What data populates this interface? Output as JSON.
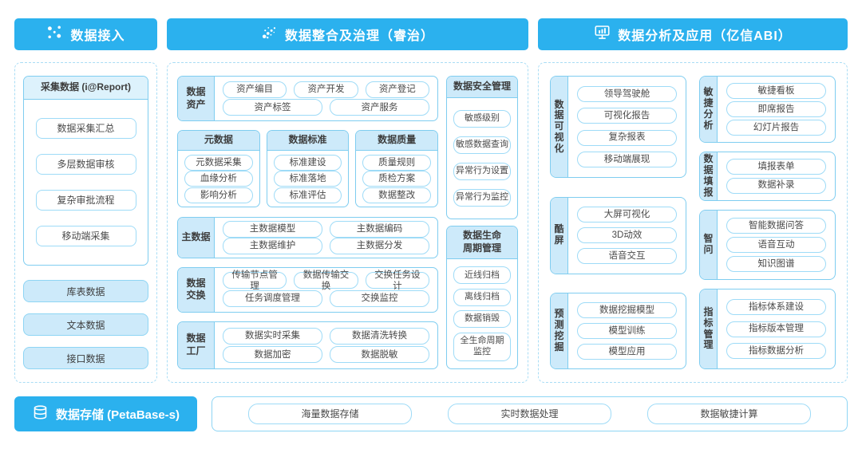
{
  "colors": {
    "header_bg": "#2bb1ee",
    "light_fill": "#cdeafa",
    "box_border": "#7fcdf0",
    "chip_border": "#9edbf7",
    "text_dark": "#404040"
  },
  "left_column": {
    "header": {
      "label": "数据接入",
      "icon": "network-dots-icon"
    },
    "report_group": {
      "title": "采集数据 (i@Report)",
      "items": [
        "数据采集汇总",
        "多层数据审核",
        "复杂审批流程",
        "移动端采集"
      ]
    },
    "source_items": [
      "库表数据",
      "文本数据",
      "接口数据"
    ]
  },
  "middle_column": {
    "header": {
      "label": "数据整合及治理（睿治）",
      "icon": "dots-spray-icon"
    },
    "asset": {
      "label": "数据\n资产",
      "row1": [
        "资产编目",
        "资产开发",
        "资产登记"
      ],
      "row2": [
        "资产标签",
        "资产服务"
      ]
    },
    "trio": [
      {
        "title": "元数据",
        "items": [
          "元数据采集",
          "血缘分析",
          "影响分析"
        ]
      },
      {
        "title": "数据标准",
        "items": [
          "标准建设",
          "标准落地",
          "标准评估"
        ]
      },
      {
        "title": "数据质量",
        "items": [
          "质量规则",
          "质检方案",
          "数据整改"
        ]
      }
    ],
    "master": {
      "label": "主数据",
      "row1": [
        "主数据模型",
        "主数据编码"
      ],
      "row2": [
        "主数据维护",
        "主数据分发"
      ]
    },
    "exchange": {
      "label": "数据\n交换",
      "row1": [
        "传输节点管理",
        "数据传输交换",
        "交换任务设计"
      ],
      "row2": [
        "任务调度管理",
        "交换监控"
      ]
    },
    "factory": {
      "label": "数据\n工厂",
      "row1": [
        "数据实时采集",
        "数据清洗转换"
      ],
      "row2": [
        "数据加密",
        "数据脱敏"
      ]
    },
    "security": {
      "title": "数据安全管理",
      "items": [
        "敏感级别",
        "敏感数据查询",
        "异常行为设置",
        "异常行为监控"
      ]
    },
    "lifecycle": {
      "title": "数据生命\n周期管理",
      "items": [
        "近线归档",
        "离线归档",
        "数据销毁",
        "全生命周期\n监控"
      ]
    }
  },
  "right_column": {
    "header": {
      "label": "数据分析及应用（亿信ABI）",
      "icon": "monitor-chart-icon"
    },
    "viz": {
      "label": "数据可视化",
      "items": [
        "领导驾驶舱",
        "可视化报告",
        "复杂报表",
        "移动端展现"
      ]
    },
    "coolscreen": {
      "label": "酷屏",
      "items": [
        "大屏可视化",
        "3D动效",
        "语音交互"
      ]
    },
    "predict": {
      "label": "预测挖掘",
      "items": [
        "数据挖掘模型",
        "模型训练",
        "模型应用"
      ]
    },
    "agile": {
      "label": "敏捷分析",
      "items": [
        "敏捷看板",
        "即席报告",
        "幻灯片报告"
      ]
    },
    "reporting": {
      "label": "数据填报",
      "items": [
        "填报表单",
        "数据补录"
      ]
    },
    "smartask": {
      "label": "智问",
      "items": [
        "智能数据问答",
        "语音互动",
        "知识图谱"
      ]
    },
    "metrics": {
      "label": "指标管理",
      "items": [
        "指标体系建设",
        "指标版本管理",
        "指标数据分析"
      ]
    }
  },
  "bottom_bar": {
    "header": {
      "label": "数据存储 (PetaBase-s)",
      "icon": "database-icon"
    },
    "items": [
      "海量数据存储",
      "实时数据处理",
      "数据敏捷计算"
    ]
  }
}
